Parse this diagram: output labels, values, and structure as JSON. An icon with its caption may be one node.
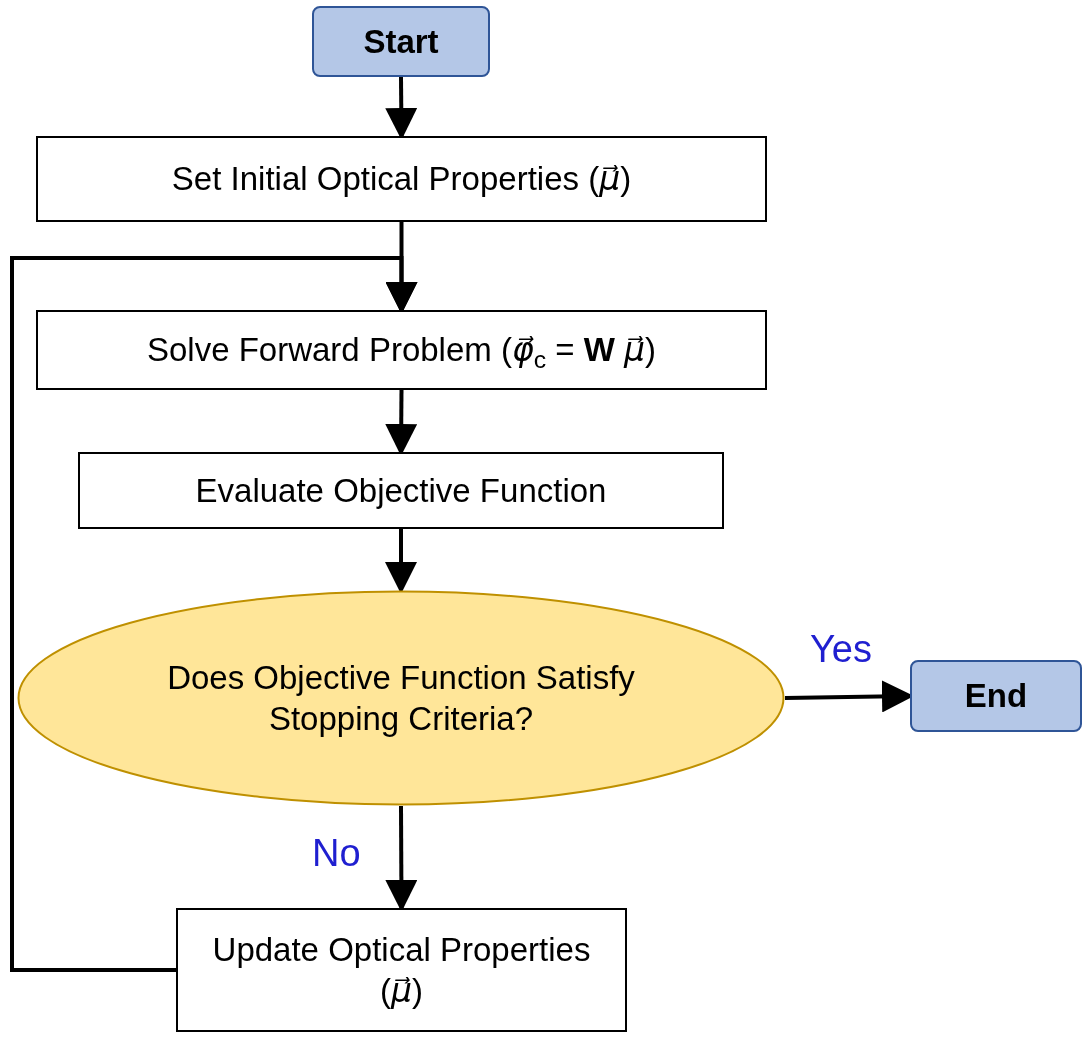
{
  "diagram": {
    "nodes": [
      {
        "text": [
          "Start"
        ]
      },
      {
        "text": [
          "Set Initial Optical Properties (*μ⃗*)"
        ]
      },
      {
        "text": [
          "Solve Forward Problem (*φ⃗*$_{c}$ = **W** *μ⃗*)"
        ]
      },
      {
        "text": [
          "Evaluate Objective Function"
        ]
      },
      {
        "text": [
          "Does Objective Function Satisfy Stopping Criteria?"
        ]
      },
      {
        "text": [
          "End"
        ]
      },
      {
        "text": [
          "Update Optical Properties (*μ⃗*)"
        ]
      }
    ],
    "edges": [
      {
        "from": 0,
        "to": 1,
        "arrow": "to"
      },
      {
        "from": 1,
        "to": 2,
        "arrow": "to"
      },
      {
        "from": 2,
        "to": 3,
        "arrow": "to"
      },
      {
        "from": 3,
        "to": 4,
        "arrow": "to"
      },
      {
        "from": 4,
        "to": 5,
        "arrow": "to",
        "label": "Yes"
      },
      {
        "from": 4,
        "to": 6,
        "arrow": "to",
        "label": "No"
      },
      {
        "from": 6,
        "to": 2,
        "arrow": "to"
      }
    ]
  }
}
